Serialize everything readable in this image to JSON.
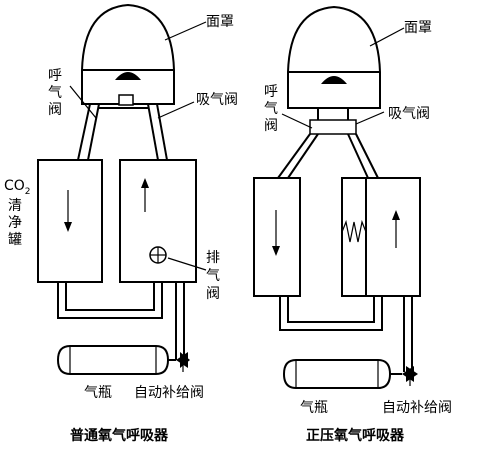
{
  "left": {
    "mask_label": "面罩",
    "exhale_valve_label": [
      "呼",
      "气",
      "阀"
    ],
    "inhale_valve_label": "吸气阀",
    "co2_label": [
      "CO",
      "2"
    ],
    "canister_label": [
      "清",
      "净",
      "罐"
    ],
    "exhaust_valve_label": [
      "排",
      "气",
      "阀"
    ],
    "cylinder_label": "气瓶",
    "auto_valve_label": "自动补给阀",
    "caption": "普通氧气呼吸器"
  },
  "right": {
    "mask_label": "面罩",
    "exhale_valve_label": [
      "呼",
      "气",
      "阀"
    ],
    "inhale_valve_label": "吸气阀",
    "cylinder_label": "气瓶",
    "auto_valve_label": "自动补给阀",
    "caption": "正压氧气呼吸器"
  }
}
